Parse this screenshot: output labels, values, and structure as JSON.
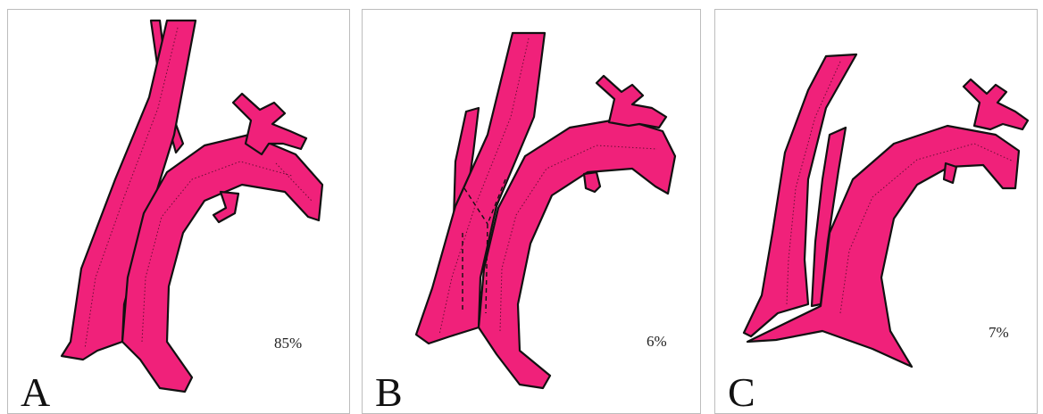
{
  "panels": [
    {
      "letter": "A",
      "percent": "85%"
    },
    {
      "letter": "B",
      "percent": "6%"
    },
    {
      "letter": "C",
      "percent": "7%"
    }
  ],
  "colors": {
    "vessel": "#f0217a",
    "outline": "#111111"
  }
}
